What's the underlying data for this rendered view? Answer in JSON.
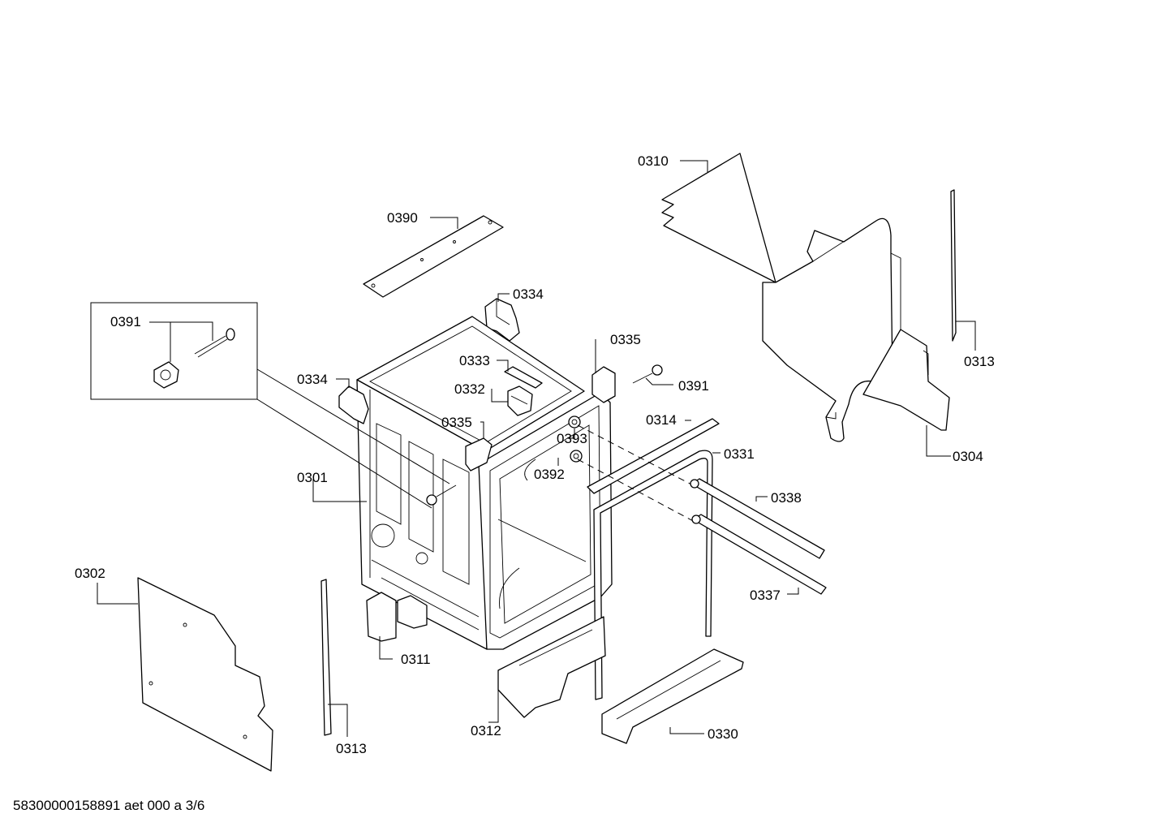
{
  "callouts": {
    "c0310": "0310",
    "c0390": "0390",
    "c0334a": "0334",
    "c0334b": "0334",
    "c0391a": "0391",
    "c0391b": "0391",
    "c0335a": "0335",
    "c0335b": "0335",
    "c0333": "0333",
    "c0332": "0332",
    "c0313a": "0313",
    "c0313b": "0313",
    "c0314": "0314",
    "c0393": "0393",
    "c0392": "0392",
    "c0301": "0301",
    "c0331": "0331",
    "c0304": "0304",
    "c0338": "0338",
    "c0337": "0337",
    "c0302": "0302",
    "c0311": "0311",
    "c0312": "0312",
    "c0330": "0330"
  },
  "footer": {
    "drawing_id": "58300000158891 aet 000 a 3/6"
  }
}
